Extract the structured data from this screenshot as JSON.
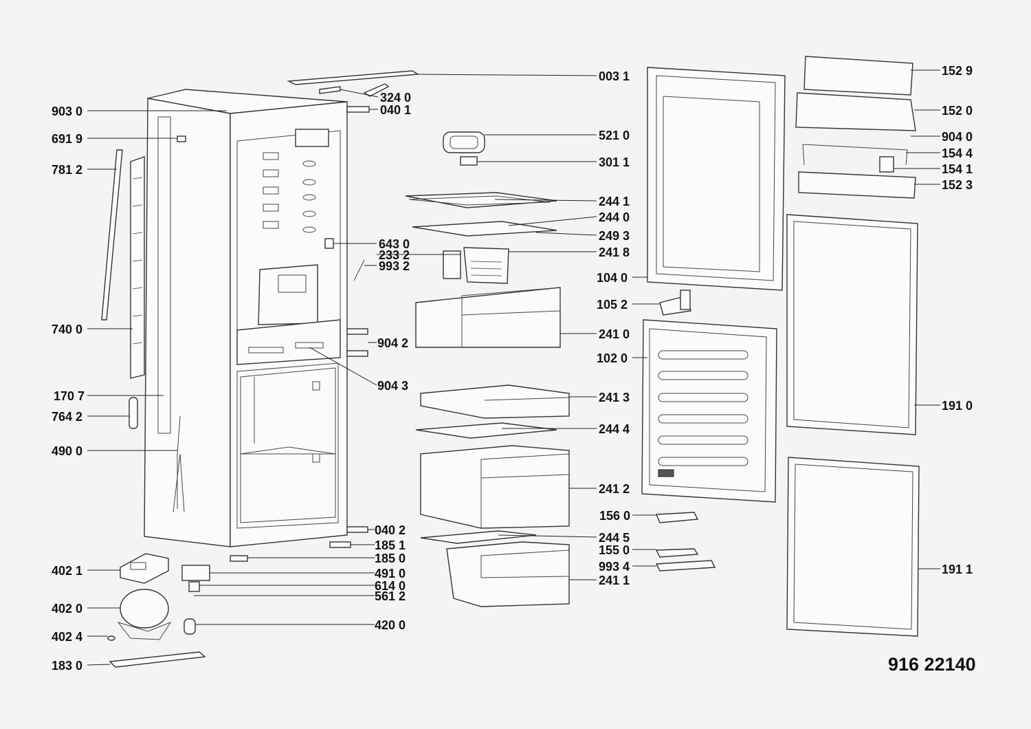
{
  "diagram_code": "916 22140",
  "labels": [
    {
      "id": "003-1",
      "text": "003 1",
      "side": "right"
    },
    {
      "id": "324-0",
      "text": "324 0",
      "side": "right"
    },
    {
      "id": "040-1",
      "text": "040 1",
      "side": "right"
    },
    {
      "id": "903-0",
      "text": "903 0",
      "side": "left"
    },
    {
      "id": "691-9",
      "text": "691 9",
      "side": "left"
    },
    {
      "id": "781-2",
      "text": "781 2",
      "side": "left"
    },
    {
      "id": "740-0",
      "text": "740 0",
      "side": "left"
    },
    {
      "id": "170-7",
      "text": "170 7",
      "side": "left"
    },
    {
      "id": "764-2",
      "text": "764 2",
      "side": "left"
    },
    {
      "id": "490-0",
      "text": "490 0",
      "side": "left"
    },
    {
      "id": "402-1",
      "text": "402 1",
      "side": "left"
    },
    {
      "id": "402-0",
      "text": "402 0",
      "side": "left"
    },
    {
      "id": "402-4",
      "text": "402 4",
      "side": "left"
    },
    {
      "id": "183-0",
      "text": "183 0",
      "side": "left"
    },
    {
      "id": "521-0",
      "text": "521 0",
      "side": "right"
    },
    {
      "id": "301-1",
      "text": "301 1",
      "side": "right"
    },
    {
      "id": "244-1",
      "text": "244 1",
      "side": "right"
    },
    {
      "id": "244-0",
      "text": "244 0",
      "side": "right"
    },
    {
      "id": "249-3",
      "text": "249 3",
      "side": "right"
    },
    {
      "id": "643-0",
      "text": "643 0",
      "side": "right"
    },
    {
      "id": "233-2",
      "text": "233 2",
      "side": "right"
    },
    {
      "id": "993-2",
      "text": "993 2",
      "side": "right"
    },
    {
      "id": "241-8",
      "text": "241 8",
      "side": "right"
    },
    {
      "id": "104-0",
      "text": "104 0",
      "side": "right"
    },
    {
      "id": "105-2",
      "text": "105 2",
      "side": "right"
    },
    {
      "id": "241-0",
      "text": "241 0",
      "side": "right"
    },
    {
      "id": "904-2",
      "text": "904 2",
      "side": "right"
    },
    {
      "id": "102-0",
      "text": "102 0",
      "side": "right"
    },
    {
      "id": "904-3",
      "text": "904 3",
      "side": "right"
    },
    {
      "id": "241-3",
      "text": "241 3",
      "side": "right"
    },
    {
      "id": "244-4",
      "text": "244 4",
      "side": "right"
    },
    {
      "id": "241-2",
      "text": "241 2",
      "side": "right"
    },
    {
      "id": "040-2",
      "text": "040 2",
      "side": "right"
    },
    {
      "id": "156-0",
      "text": "156 0",
      "side": "right"
    },
    {
      "id": "185-1",
      "text": "185 1",
      "side": "right"
    },
    {
      "id": "185-0",
      "text": "185 0",
      "side": "right"
    },
    {
      "id": "244-5",
      "text": "244 5",
      "side": "right"
    },
    {
      "id": "155-0",
      "text": "155 0",
      "side": "right"
    },
    {
      "id": "491-0",
      "text": "491 0",
      "side": "right"
    },
    {
      "id": "993-4",
      "text": "993 4",
      "side": "right"
    },
    {
      "id": "614-0",
      "text": "614 0",
      "side": "right"
    },
    {
      "id": "241-1",
      "text": "241 1",
      "side": "right"
    },
    {
      "id": "561-2",
      "text": "561 2",
      "side": "right"
    },
    {
      "id": "420-0",
      "text": "420 0",
      "side": "right"
    },
    {
      "id": "152-9",
      "text": "152 9",
      "side": "right"
    },
    {
      "id": "152-0",
      "text": "152 0",
      "side": "right"
    },
    {
      "id": "904-0",
      "text": "904 0",
      "side": "right"
    },
    {
      "id": "154-4",
      "text": "154 4",
      "side": "right"
    },
    {
      "id": "154-1",
      "text": "154 1",
      "side": "right"
    },
    {
      "id": "152-3",
      "text": "152 3",
      "side": "right"
    },
    {
      "id": "191-0",
      "text": "191 0",
      "side": "right"
    },
    {
      "id": "191-1",
      "text": "191 1",
      "side": "right"
    }
  ]
}
